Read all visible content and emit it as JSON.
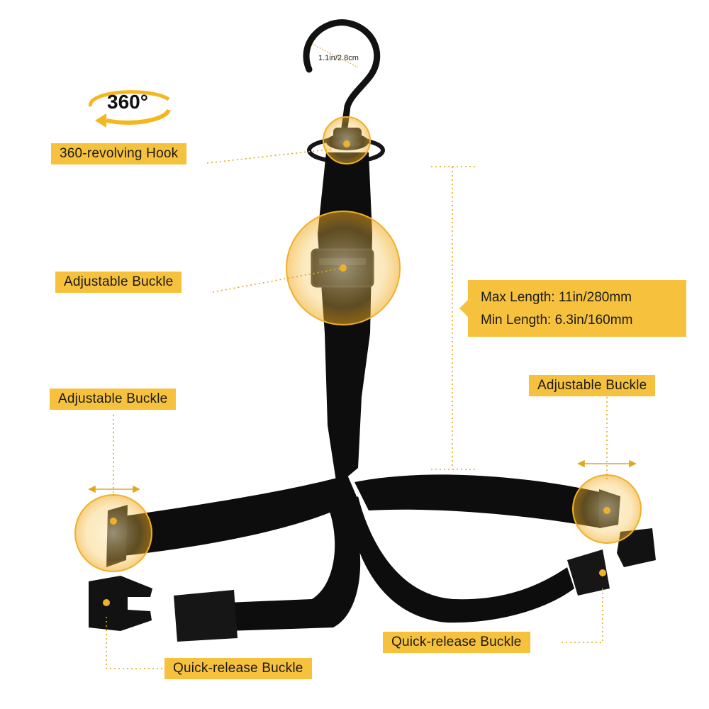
{
  "labels": {
    "revolving_hook": "360-revolving Hook",
    "adjustable_buckle_center": "Adjustable Buckle",
    "adjustable_buckle_left": "Adjustable Buckle",
    "adjustable_buckle_right": "Adjustable Buckle",
    "quick_release_left": "Quick-release Buckle",
    "quick_release_right": "Quick-release Buckle"
  },
  "dimensions": {
    "max_length": "Max Length: 11in/280mm",
    "min_length": "Min  Length: 6.3in/160mm",
    "hook_size": "1.1in/2.8cm"
  },
  "badge": {
    "text": "360°"
  },
  "colors": {
    "label_bg": "#f6c23e",
    "strap": "#0d0d0d",
    "highlight": "#f5c04a",
    "dotted_line": "#e0a81c"
  }
}
